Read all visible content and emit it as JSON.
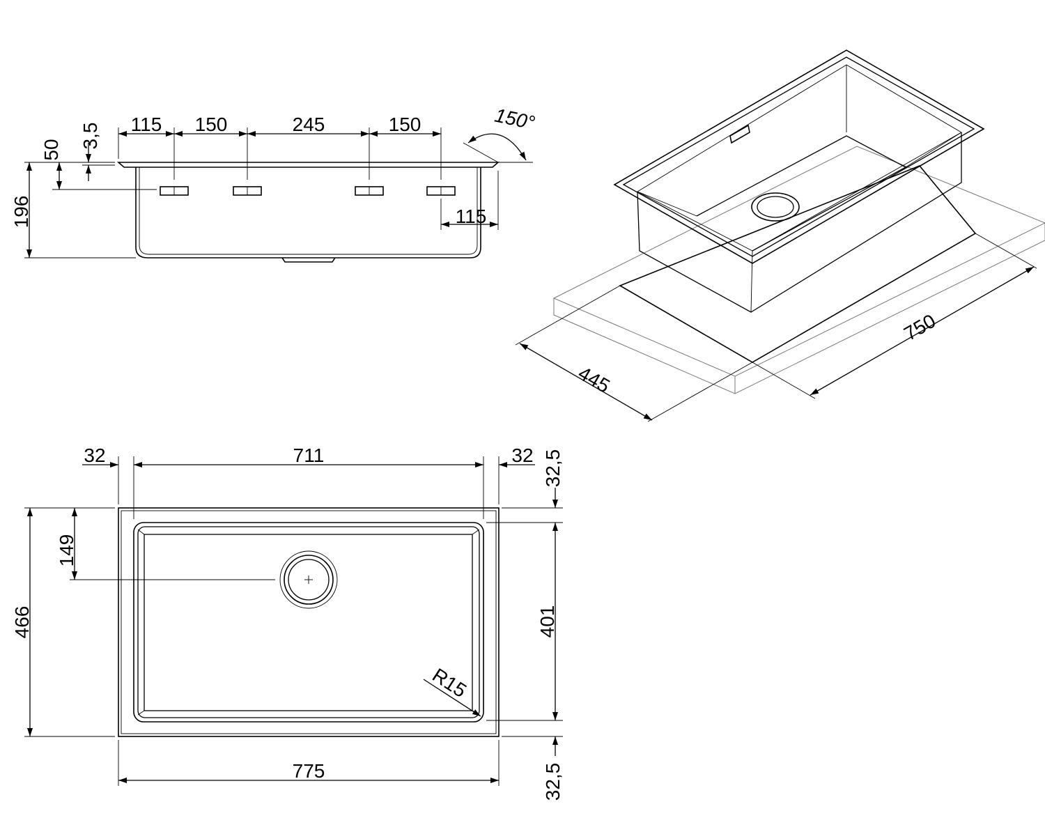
{
  "side_view": {
    "dims": {
      "d_115": "115",
      "d_150_a": "150",
      "d_245": "245",
      "d_150_b": "150",
      "d_3_5": "3,5",
      "d_50": "50",
      "d_196": "196",
      "d_115_bottom": "115",
      "angle": "150°"
    }
  },
  "iso_view": {
    "dims": {
      "d_750": "750",
      "d_445": "445"
    }
  },
  "top_view": {
    "dims": {
      "d_32_left": "32",
      "d_711": "711",
      "d_32_right": "32",
      "d_32_5_top": "32,5",
      "d_149": "149",
      "d_466": "466",
      "d_401": "401",
      "d_r15": "R15",
      "d_775": "775",
      "d_32_5_bottom": "32,5"
    }
  }
}
